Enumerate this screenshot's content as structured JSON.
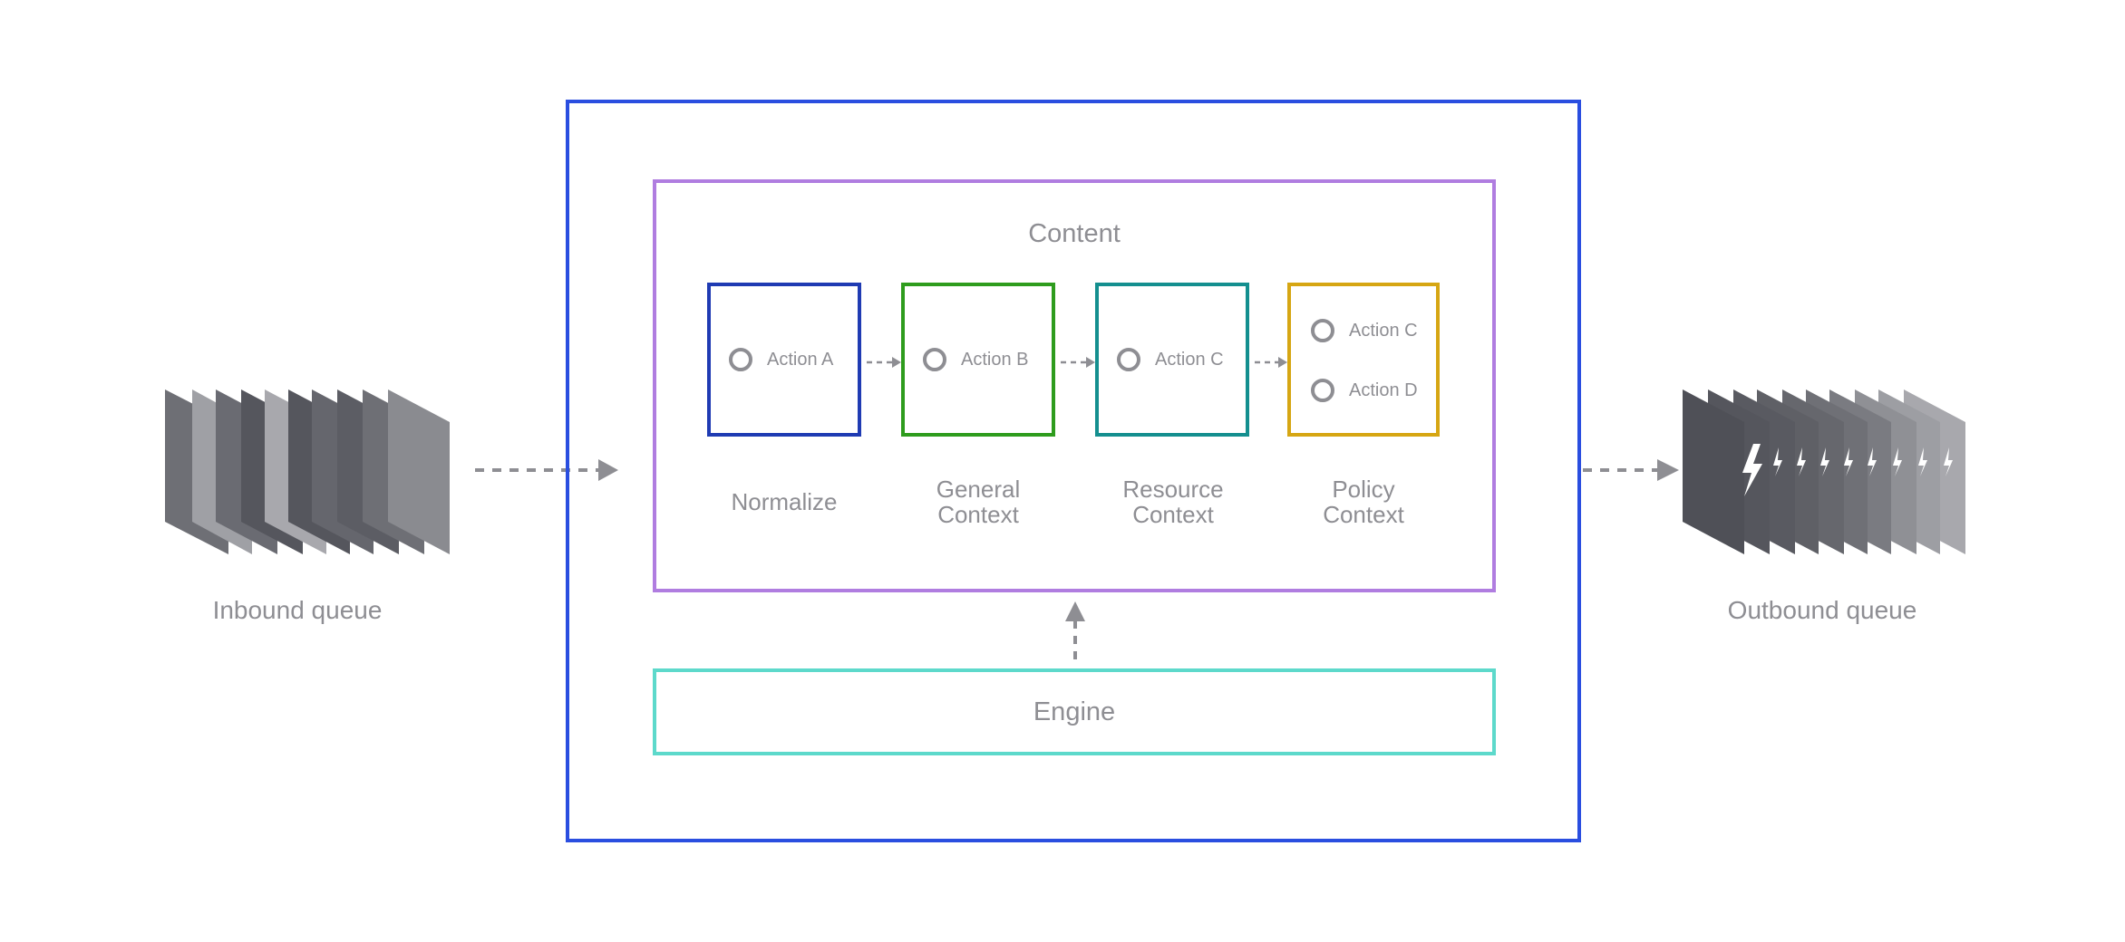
{
  "inbound": {
    "label": "Inbound queue"
  },
  "outbound": {
    "label": "Outbound queue"
  },
  "content": {
    "title": "Content",
    "stages": [
      {
        "name": "Normalize",
        "color": "#1f3bb3",
        "actions": [
          "Action A"
        ]
      },
      {
        "name": "General Context",
        "color": "#2e9c1d",
        "actions": [
          "Action B"
        ]
      },
      {
        "name": "Resource Context",
        "color": "#148f8f",
        "actions": [
          "Action C"
        ]
      },
      {
        "name": "Policy Context",
        "color": "#d6a613",
        "actions": [
          "Action C",
          "Action D"
        ]
      }
    ]
  },
  "engine": {
    "label": "Engine",
    "color": "#5dd9cb"
  },
  "colors": {
    "outer": "#2a4ee0",
    "content": "#b07de0",
    "arrow": "#8e8e93",
    "queue_light": "#a8a8ad",
    "queue_dark": "#55565d"
  },
  "icons": {
    "outbound_card": "lightning-bolt-icon"
  }
}
